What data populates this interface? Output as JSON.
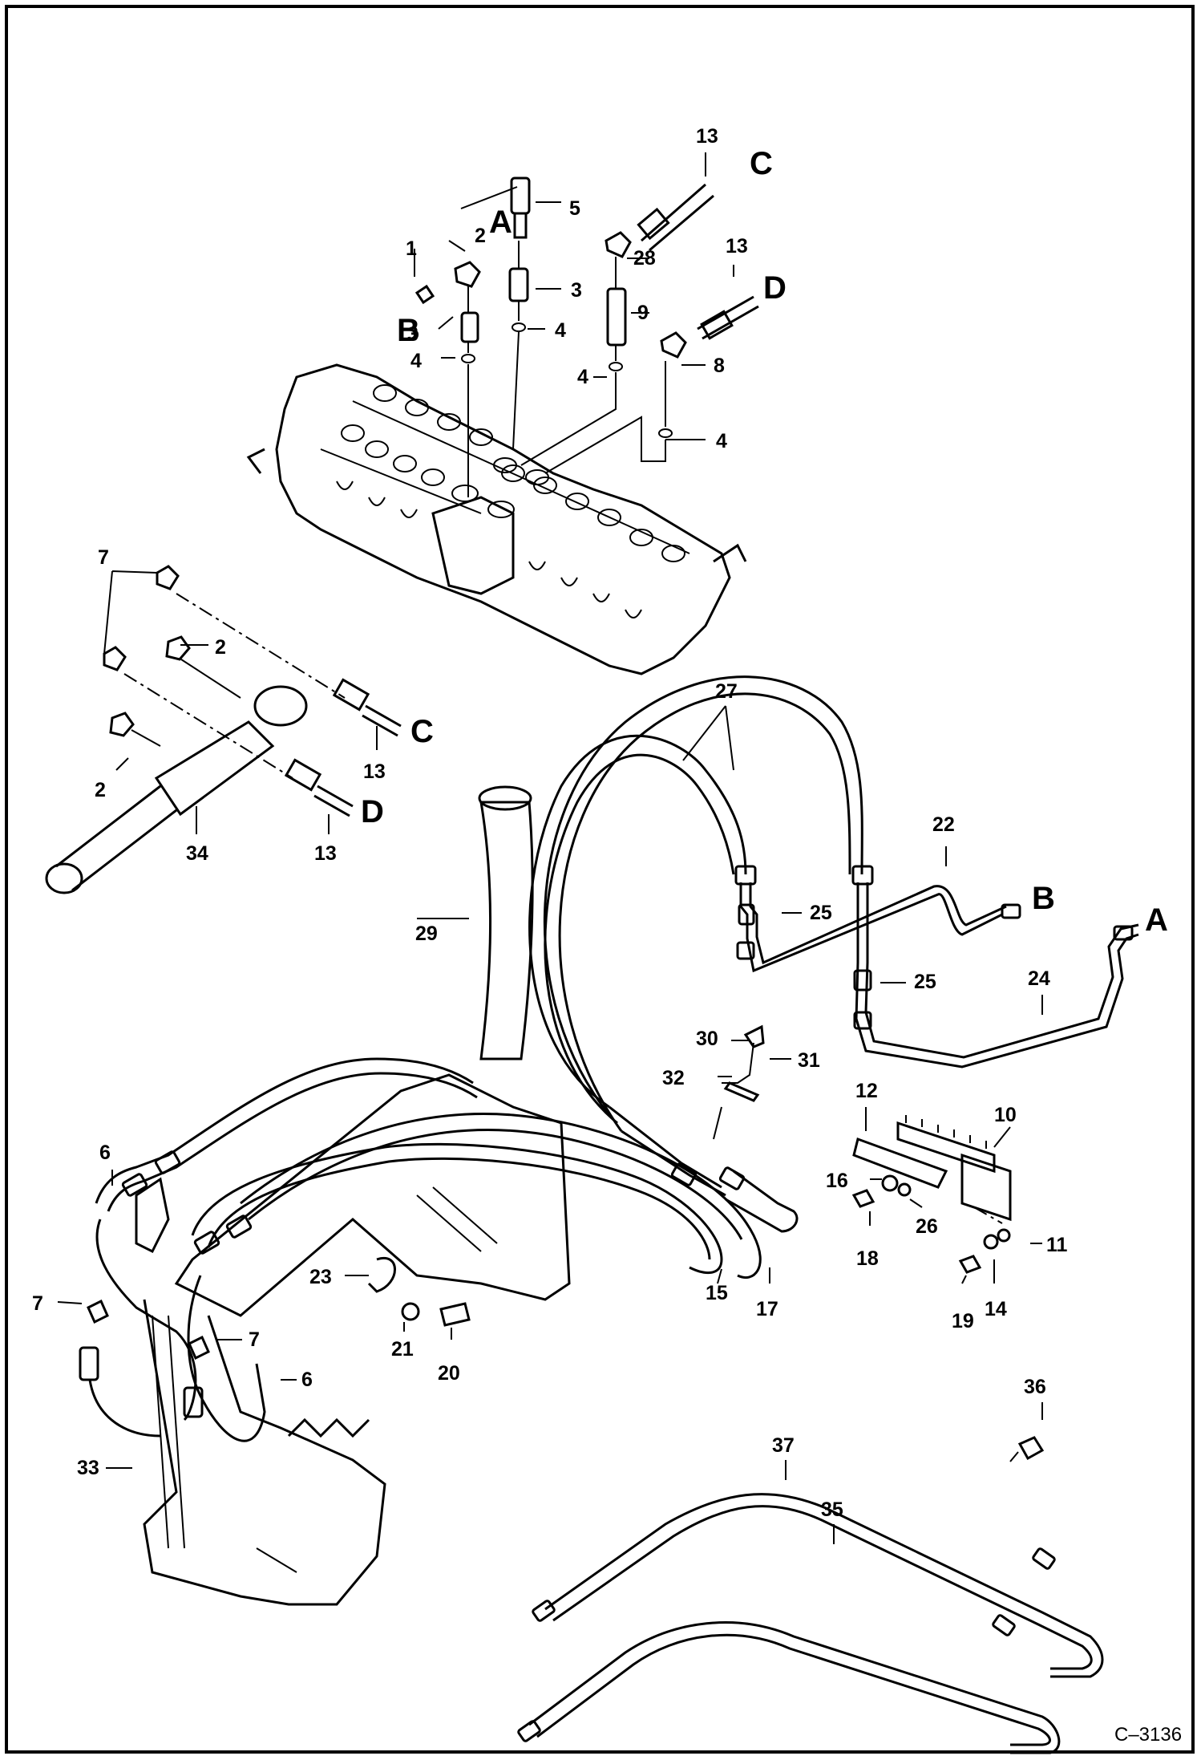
{
  "diagram": {
    "drawing_code": "C–3136",
    "connection_letters": {
      "a_top": "A",
      "b_top": "B",
      "c_top": "C",
      "d_top": "D",
      "c_side": "C",
      "d_side": "D",
      "b_line": "B",
      "a_line": "A"
    },
    "callouts": [
      {
        "id": "c13a",
        "text": "13"
      },
      {
        "id": "c5",
        "text": "5"
      },
      {
        "id": "c1",
        "text": "1"
      },
      {
        "id": "c2a",
        "text": "2"
      },
      {
        "id": "c28",
        "text": "28"
      },
      {
        "id": "c13b",
        "text": "13"
      },
      {
        "id": "c3a",
        "text": "3"
      },
      {
        "id": "c3b",
        "text": "3"
      },
      {
        "id": "c9",
        "text": "9"
      },
      {
        "id": "c4a",
        "text": "4"
      },
      {
        "id": "c4b",
        "text": "4"
      },
      {
        "id": "c8",
        "text": "8"
      },
      {
        "id": "c4c",
        "text": "4"
      },
      {
        "id": "c4d",
        "text": "4"
      },
      {
        "id": "c7a",
        "text": "7"
      },
      {
        "id": "c2b",
        "text": "2"
      },
      {
        "id": "c2c",
        "text": "2"
      },
      {
        "id": "c13c",
        "text": "13"
      },
      {
        "id": "c13d",
        "text": "13"
      },
      {
        "id": "c34",
        "text": "34"
      },
      {
        "id": "c27",
        "text": "27"
      },
      {
        "id": "c22",
        "text": "22"
      },
      {
        "id": "c29",
        "text": "29"
      },
      {
        "id": "c25a",
        "text": "25"
      },
      {
        "id": "c25b",
        "text": "25"
      },
      {
        "id": "c24",
        "text": "24"
      },
      {
        "id": "c30",
        "text": "30"
      },
      {
        "id": "c31",
        "text": "31"
      },
      {
        "id": "c32",
        "text": "32"
      },
      {
        "id": "c12",
        "text": "12"
      },
      {
        "id": "c10",
        "text": "10"
      },
      {
        "id": "c6a",
        "text": "6"
      },
      {
        "id": "c16",
        "text": "16"
      },
      {
        "id": "c26",
        "text": "26"
      },
      {
        "id": "c18",
        "text": "18"
      },
      {
        "id": "c11",
        "text": "11"
      },
      {
        "id": "c23",
        "text": "23"
      },
      {
        "id": "c15",
        "text": "15"
      },
      {
        "id": "c17",
        "text": "17"
      },
      {
        "id": "c19",
        "text": "19"
      },
      {
        "id": "c14",
        "text": "14"
      },
      {
        "id": "c7b",
        "text": "7"
      },
      {
        "id": "c21",
        "text": "21"
      },
      {
        "id": "c20",
        "text": "20"
      },
      {
        "id": "c7c",
        "text": "7"
      },
      {
        "id": "c6b",
        "text": "6"
      },
      {
        "id": "c36",
        "text": "36"
      },
      {
        "id": "c33",
        "text": "33"
      },
      {
        "id": "c37",
        "text": "37"
      },
      {
        "id": "c35",
        "text": "35"
      }
    ]
  }
}
